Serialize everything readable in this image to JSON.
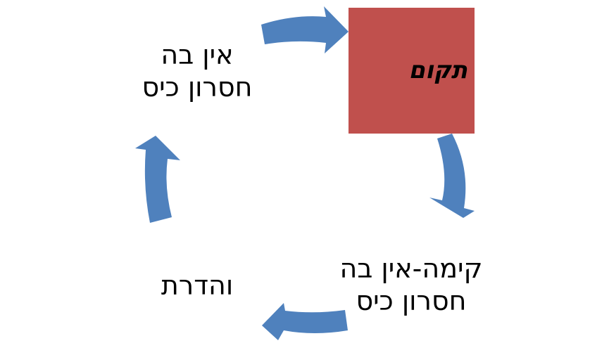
{
  "diagram": {
    "type": "cycle",
    "colors": {
      "arrow": "#4f81bd",
      "highlight_box": "#c0504d",
      "text": "#000000",
      "background": "#ffffff"
    },
    "nodes": [
      {
        "id": "top-right",
        "label": "תקום",
        "highlighted": true
      },
      {
        "id": "bottom-right",
        "label": "קימה-אין בה חסרון כיס",
        "highlighted": false
      },
      {
        "id": "bottom-left",
        "label": "והדרת",
        "highlighted": false
      },
      {
        "id": "top-left",
        "label": "אין בה חסרון כיס",
        "highlighted": false
      }
    ],
    "arrows": [
      {
        "from": "top-left",
        "to": "top-right",
        "icon": "curved-arrow-right-icon"
      },
      {
        "from": "top-right",
        "to": "bottom-right",
        "icon": "curved-arrow-down-icon"
      },
      {
        "from": "bottom-right",
        "to": "bottom-left",
        "icon": "curved-arrow-left-icon"
      },
      {
        "from": "bottom-left",
        "to": "top-left",
        "icon": "curved-arrow-up-icon"
      }
    ]
  }
}
